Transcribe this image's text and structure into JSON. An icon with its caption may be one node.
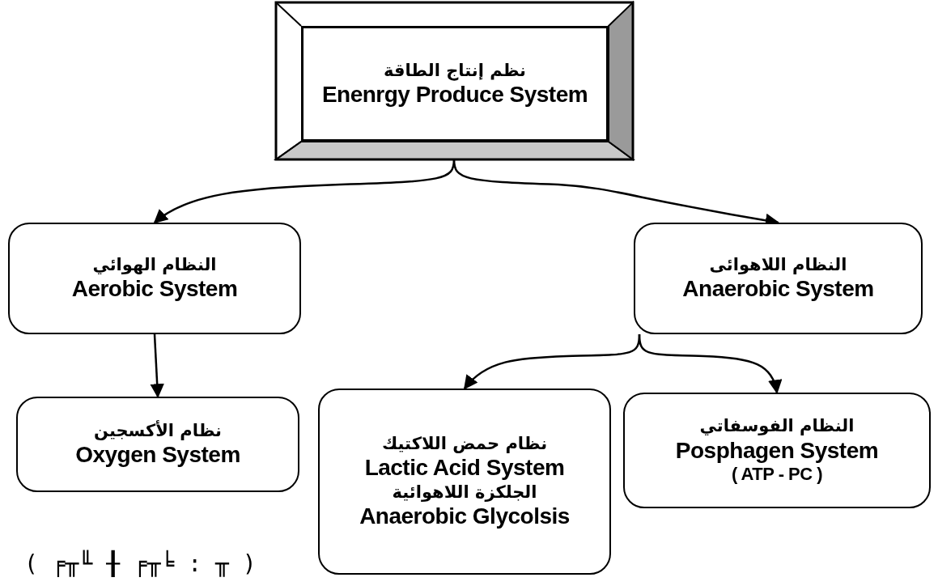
{
  "diagram": {
    "nodes": [
      {
        "text": [
          "نظم إنتاج الطاقة",
          "Enenrgy Produce System"
        ]
      },
      {
        "text": [
          "النظام الهوائي",
          "Aerobic System"
        ]
      },
      {
        "text": [
          "النظام اللاهوائى",
          "Anaerobic System"
        ]
      },
      {
        "text": [
          "نظام الأكسجين",
          "Oxygen System"
        ]
      },
      {
        "text": [
          "نظام حمض اللاكتيك",
          "Lactic Acid System",
          "الجلكزة اللاهوائية",
          "Anaerobic Glycolsis"
        ]
      },
      {
        "text": [
          "النظام الفوسفاتي",
          "Posphagen System",
          "( ATP - PC )"
        ]
      }
    ],
    "edges": [
      {
        "from": 0,
        "to": 1,
        "arrow": "to"
      },
      {
        "from": 0,
        "to": 2,
        "arrow": "to"
      },
      {
        "from": 1,
        "to": 3,
        "arrow": "to"
      },
      {
        "from": 2,
        "to": 4,
        "arrow": "to"
      },
      {
        "from": 2,
        "to": 5,
        "arrow": "to"
      }
    ],
    "labels": [
      "( ╒╥╙ ╂ ╒╥╘ : ╥ )"
    ]
  }
}
